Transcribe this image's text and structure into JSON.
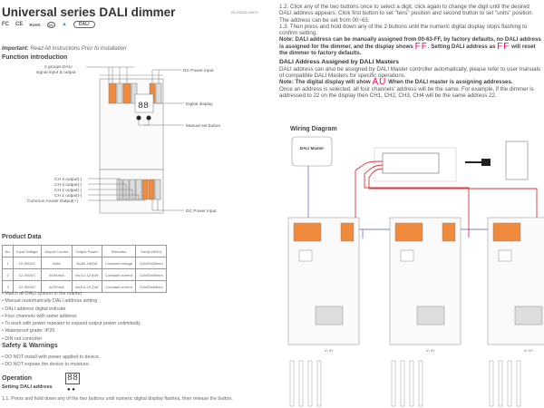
{
  "header": {
    "title": "Universal series DALI dimmer",
    "doc_code": "09.2322D.04070",
    "logos": [
      "FC",
      "CE",
      "RoHS",
      "UL",
      "TÜV",
      "DALI"
    ]
  },
  "important": {
    "label": "Important:",
    "text": "Read All Instructions Prior to Installation"
  },
  "function": {
    "heading": "Function introduction",
    "labels": {
      "dali": "2 groups DALI",
      "dali2": "signal input & output",
      "dc_top": "DC Power input",
      "display": "Digital display",
      "button": "Manual set button",
      "dc_bottom": "DC Power input",
      "ch4": "CH 4 output(-)",
      "ch3": "CH 3 output(-)",
      "ch2": "CH 2 output(-)",
      "ch1": "CH 1 output(-)",
      "common": "Common Anode Output(+)"
    },
    "display_value": "88"
  },
  "product": {
    "heading": "Product Data",
    "columns": [
      "No.",
      "Input Voltage",
      "Output Current",
      "Output Power",
      "Remarks",
      "Size(LxWxH)"
    ],
    "rows": [
      [
        "1",
        "12-36VDC",
        "4x5A",
        "4x(60-180)W",
        "Constant voltage",
        "110x53x65mm"
      ],
      [
        "2",
        "12-36VDC",
        "4x350mA",
        "4x(4.2-12.6)W",
        "Constant current",
        "110x53x65mm"
      ],
      [
        "3",
        "12-36VDC",
        "4x700mA",
        "4x(8.4-25.2)W",
        "Constant current",
        "110x53x65mm"
      ]
    ]
  },
  "features": [
    "• Match all DALI system in the market",
    "• Manual /automatically DALI address setting",
    "• DALI address digital indicate",
    "• Four channels with same address",
    "• To work with power repeater to expand output power unlimitedly.",
    "• Waterproof grade: IP20",
    "• DIN rail controller"
  ],
  "safety": {
    "heading": "Safety & Warnings",
    "items": [
      "• DO NOT install with power applied to device.",
      "• DO NOT expose the device to moisture."
    ]
  },
  "operation": {
    "heading": "Operation",
    "sub": "Setting DALI address",
    "display": "88",
    "step1": "1.1. Press and hold down any of the two buttons until numeric digital display flashes, then release the button."
  },
  "right": {
    "p12": "1.2. Click any of the two buttons once to select a digit, click again to change the digit until the desired DALI address appears. Click first button to set \"tens\" position and second button to set \"units\" position. The address can be set from 00~63.",
    "p13": "1.3. Then press and hold down any of the 2 buttons until the numeric digital display stops flashing to confirm setting.",
    "note1a": "Note: DALI address can be manually assigned from 00-63-FF, by factory defaults, no DALI address is assigned for the dimmer, and the display shows",
    "ff": "FF",
    "note1b": ". Setting DALI address as",
    "note1c": "will reset the dimmer to factory defaults.",
    "masters_heading": "DALI Address Assigned by DALI Masters",
    "masters_text": "DALI address can also be assigned by DALI Master controller automatically, please refer to user manuals of compatible DALI Masters for specific operations.",
    "note2a": "Note: The digital display will show",
    "au": "AU",
    "note2b": "When the DALI master is assigning addresses.",
    "once": "Once an address is selected, all four channels' address will be the same. For example, if the dimmer is addressed to 22 on the display then CH1, CH2, CH3, CH4 will be the same address 22.",
    "wiring_heading": "Wiring Diagram",
    "master_label": "DALI Master",
    "led_label": "V- V+"
  },
  "colors": {
    "orange": "#f08a3c",
    "red": "#d9363e",
    "display_red": "#ff0066",
    "wire_blue": "#7b83c8"
  }
}
